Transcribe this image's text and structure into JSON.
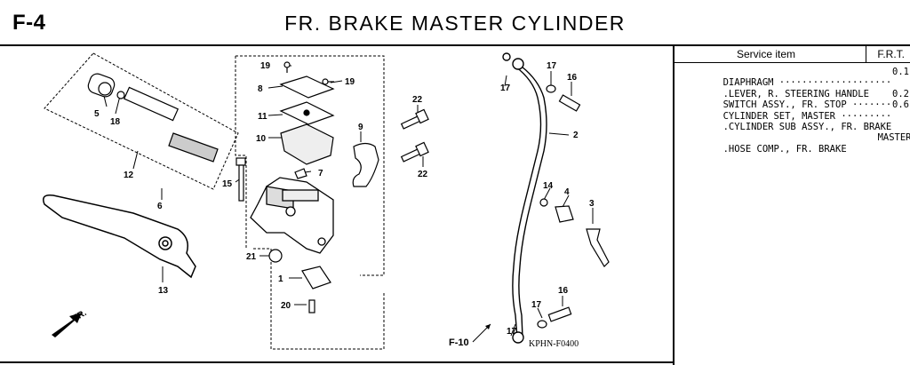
{
  "header": {
    "section_code": "F-4",
    "title": "FR. BRAKE MASTER CYLINDER"
  },
  "service_table": {
    "col_item": "Service item",
    "col_frt": "F.R.T.",
    "rows": [
      {
        "item": "DIAPHRAGM ····················",
        "frt": "0.1"
      },
      {
        "item": ".LEVER, R. STEERING HANDLE",
        "frt": ""
      },
      {
        "item": "SWITCH ASSY., FR. STOP ·······",
        "frt": "0.2"
      },
      {
        "item": "CYLINDER SET, MASTER ·········",
        "frt": "0.6"
      },
      {
        "item": ".CYLINDER SUB ASSY., FR. BRAKE",
        "frt": ""
      },
      {
        "item": "MASTER",
        "frt": ""
      },
      {
        "item": ".HOSE COMP., FR. BRAKE",
        "frt": ""
      }
    ]
  },
  "callouts": [
    "19",
    "19",
    "8",
    "11",
    "10",
    "9",
    "22",
    "22",
    "7",
    "15",
    "5",
    "18",
    "12",
    "6",
    "21",
    "1",
    "20",
    "13",
    "17",
    "17",
    "16",
    "2",
    "14",
    "4",
    "3",
    "16",
    "17",
    "17"
  ],
  "direction_label": "FR.",
  "ref_label": "F-10",
  "diagram_code": "KPHN-F0400"
}
